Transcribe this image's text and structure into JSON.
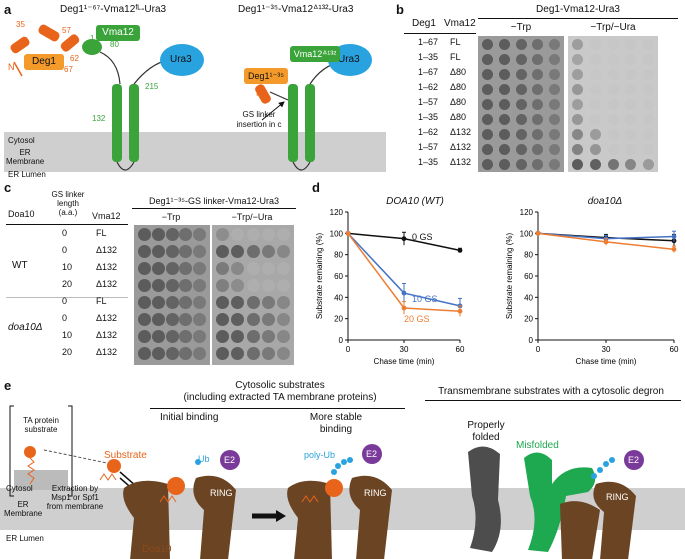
{
  "panel_a": {
    "label": "a",
    "left_title": "Deg1¹⁻⁶⁷-Vma12ᶠᴸ-Ura3",
    "right_title": "Deg1¹⁻³⁵-Vma12ᐞ¹³²-Ura3",
    "deg1": "Deg1",
    "vma12": "Vma12",
    "ura3": "Ura3",
    "n": "N",
    "deg1_short": "Deg1¹⁻³⁵",
    "vma12_d132": "Vma12ᐞ¹³²",
    "res_35": "35",
    "res_57": "57",
    "res_62": "62",
    "res_67": "67",
    "res_1": "1",
    "res_80": "80",
    "res_215": "215",
    "res_132": "132",
    "cytosol": "Cytosol",
    "er_membrane": "ER\nMembrane",
    "er_lumen": "ER Lumen",
    "gs_note": "GS linker\ninsertion in c"
  },
  "panel_b": {
    "label": "b",
    "header": "Deg1-Vma12-Ura3",
    "col_deg1": "Deg1",
    "col_vma12": "Vma12",
    "col_trp": "−Trp",
    "col_trp_ura": "−Trp/−Ura",
    "rows": [
      {
        "deg1": "1–67",
        "vma12": "FL",
        "growth": 0.15
      },
      {
        "deg1": "1–35",
        "vma12": "FL",
        "growth": 0.1
      },
      {
        "deg1": "1–67",
        "vma12": "Δ80",
        "growth": 0.15
      },
      {
        "deg1": "1–62",
        "vma12": "Δ80",
        "growth": 0.2
      },
      {
        "deg1": "1–57",
        "vma12": "Δ80",
        "growth": 0.15
      },
      {
        "deg1": "1–35",
        "vma12": "Δ80",
        "growth": 0.2
      },
      {
        "deg1": "1–62",
        "vma12": "Δ132",
        "growth": 0.35
      },
      {
        "deg1": "1–57",
        "vma12": "Δ132",
        "growth": 0.4
      },
      {
        "deg1": "1–35",
        "vma12": "Δ132",
        "growth": 0.9
      }
    ]
  },
  "panel_c": {
    "label": "c",
    "header": "Deg1¹⁻³⁵-GS linker-Vma12-Ura3",
    "col_doa10": "Doa10",
    "col_gs": "GS linker\nlength\n(a.a.)",
    "col_vma12": "Vma12",
    "col_trp": "−Trp",
    "col_trp_ura": "−Trp/−Ura",
    "group_wt": "WT",
    "group_doa10": "doa10Δ",
    "rows": [
      {
        "gs": "0",
        "vma12": "FL",
        "growth": 0.1
      },
      {
        "gs": "0",
        "vma12": "Δ132",
        "growth": 0.9
      },
      {
        "gs": "10",
        "vma12": "Δ132",
        "growth": 0.35
      },
      {
        "gs": "20",
        "vma12": "Δ132",
        "growth": 0.3
      },
      {
        "gs": "0",
        "vma12": "FL",
        "growth": 0.9
      },
      {
        "gs": "0",
        "vma12": "Δ132",
        "growth": 0.9
      },
      {
        "gs": "10",
        "vma12": "Δ132",
        "growth": 0.9
      },
      {
        "gs": "20",
        "vma12": "Δ132",
        "growth": 0.9
      }
    ]
  },
  "panel_d": {
    "label": "d",
    "ylabel": "Substrate remaining (%)",
    "xlabel": "Chase time (min)",
    "left_title": "DOA10 (WT)",
    "right_title": "doa10Δ",
    "series_label_0gs": "0 GS",
    "series_label_10gs": "10 GS",
    "series_label_20gs": "20 GS",
    "colors": {
      "black": "#111111",
      "blue": "#4472c4",
      "orange": "#ed7d31"
    }
  },
  "chart_data": [
    {
      "type": "line",
      "title": "DOA10 (WT)",
      "xlabel": "Chase time (min)",
      "ylabel": "Substrate remaining (%)",
      "x": [
        0,
        30,
        60
      ],
      "ylim": [
        0,
        120
      ],
      "xticks": [
        0,
        30,
        60
      ],
      "yticks": [
        0,
        20,
        40,
        60,
        80,
        100,
        120
      ],
      "series": [
        {
          "name": "0 GS",
          "color": "#111111",
          "values": [
            100,
            95,
            84
          ],
          "err": [
            0,
            6,
            2
          ]
        },
        {
          "name": "10 GS",
          "color": "#4472c4",
          "values": [
            100,
            44,
            32
          ],
          "err": [
            0,
            9,
            7
          ]
        },
        {
          "name": "20 GS",
          "color": "#ed7d31",
          "values": [
            100,
            30,
            27
          ],
          "err": [
            0,
            6,
            5
          ]
        }
      ]
    },
    {
      "type": "line",
      "title": "doa10Δ",
      "xlabel": "Chase time (min)",
      "ylabel": "Substrate remaining (%)",
      "x": [
        0,
        30,
        60
      ],
      "ylim": [
        0,
        120
      ],
      "xticks": [
        0,
        30,
        60
      ],
      "yticks": [
        0,
        20,
        40,
        60,
        80,
        100,
        120
      ],
      "series": [
        {
          "color": "#111111",
          "values": [
            100,
            96,
            93
          ],
          "err": [
            0,
            3,
            6
          ]
        },
        {
          "color": "#4472c4",
          "values": [
            100,
            95,
            97
          ],
          "err": [
            0,
            3,
            5
          ]
        },
        {
          "color": "#ed7d31",
          "values": [
            100,
            92,
            85
          ],
          "err": [
            0,
            3,
            3
          ]
        }
      ]
    }
  ],
  "panel_e": {
    "label": "e",
    "cytosolic_header": "Cytosolic substrates\n(including extracted TA membrane proteins)",
    "transmembrane_header": "Transmembrane substrates with a cytosolic degron",
    "ta_substrate": "TA protein\nsubstrate",
    "extraction": "Extraction by\nMsp1 or Spf1\nfrom membrane",
    "initial_binding": "Initial binding",
    "more_stable": "More stable\nbinding",
    "substrate": "Substrate",
    "ub": "Ub",
    "poly_ub": "poly-Ub",
    "e2": "E2",
    "ring": "RING",
    "doa10": "Doa10",
    "properly_folded": "Properly\nfolded",
    "misfolded": "Misfolded",
    "cytosol": "Cytosol",
    "er_membrane": "ER\nMembrane",
    "er_lumen": "ER Lumen"
  }
}
